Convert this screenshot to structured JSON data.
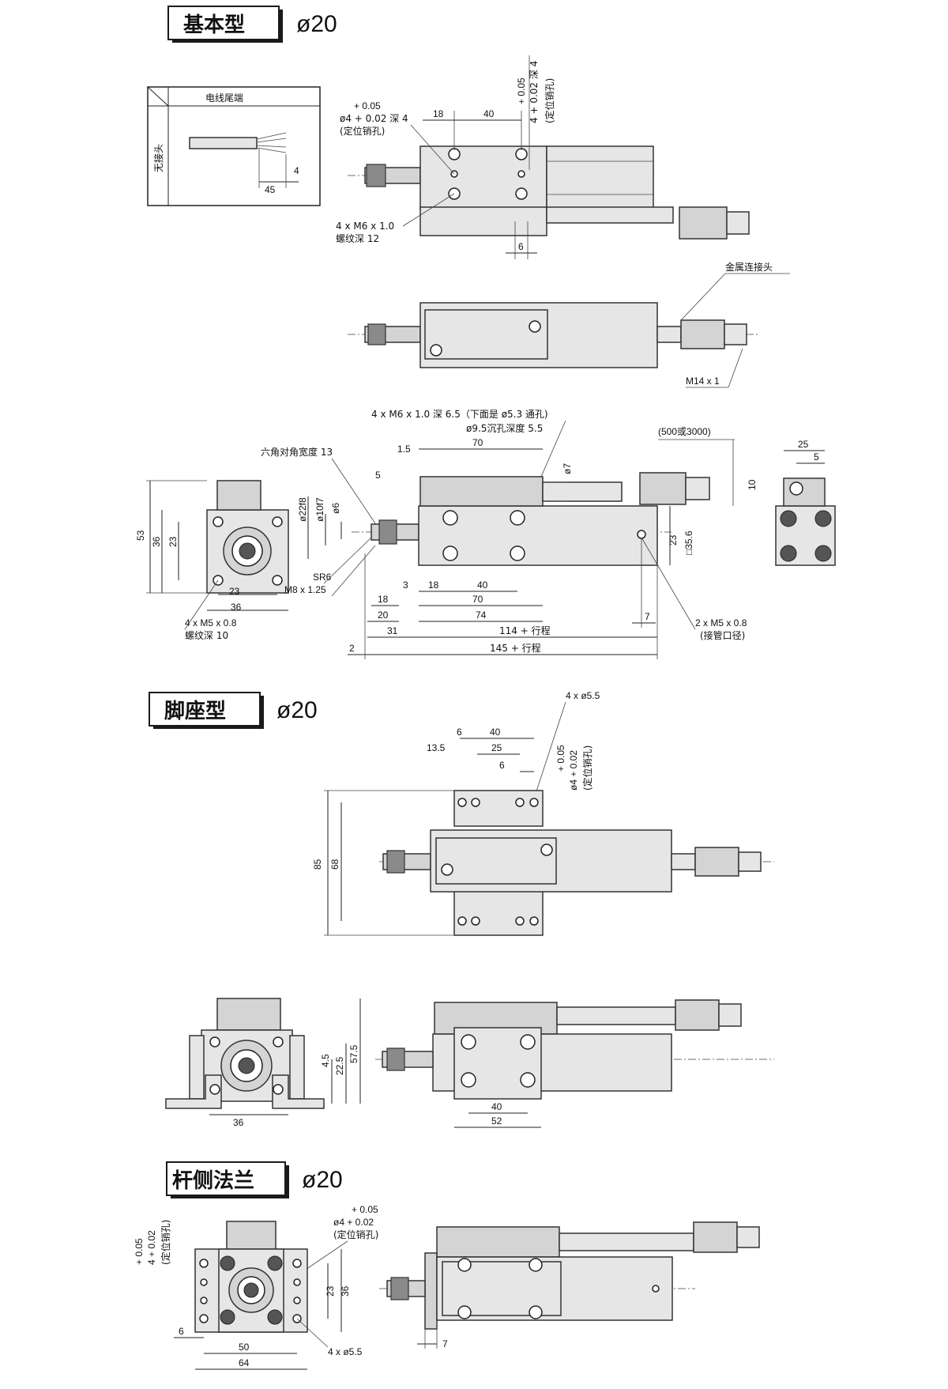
{
  "sections": [
    {
      "title": "基本型",
      "bore": "ø20"
    },
    {
      "title": "脚座型",
      "bore": "ø20"
    },
    {
      "title": "杆侧法兰",
      "bore": "ø20"
    }
  ],
  "basic": {
    "cable_end_label": "电线尾端",
    "no_connector_label": "无接头",
    "cable_dim_45": "45",
    "cable_dim_4": "4",
    "pin_tol_plus": "+ 0.05",
    "pin_hole": "ø4 + 0.02 深 4",
    "pin_note": "(定位销孔)",
    "dim_18": "18",
    "dim_40": "40",
    "vert_tol": "+ 0.05",
    "vert_pin": "4 + 0.02 深 4",
    "vert_note": "(定位销孔)",
    "thread_holes": "4 x M6 x 1.0",
    "thread_depth": "螺纹深 12",
    "dim_6": "6",
    "metal_connector": "金属连接头",
    "m14": "M14 x 1",
    "top_note1": "4 x M6 x 1.0 深 6.5（下面是 ø5.3 通孔)",
    "top_note2": "ø9.5沉孔深度 5.5",
    "cable_len": "(500或3000)",
    "hex_label": "六角对角宽度 13",
    "d_5": "5",
    "d_1_5": "1.5",
    "d_70": "70",
    "d_7": "ø7",
    "d_22": "ø22f8",
    "d_10": "ø10f7",
    "d_6v": "ø6",
    "d_53": "53",
    "d_36": "36",
    "d_23": "23",
    "d_23b": "23",
    "d_36b": "36",
    "m5_holes": "4 x M5 x 0.8",
    "m5_depth": "螺纹深 10",
    "sr6": "SR6",
    "m8": "M8 x 1.25",
    "d_3": "3",
    "d_18b": "18",
    "d_40b": "40",
    "d_70b": "70",
    "d_18c": "18",
    "d_20": "20",
    "d_74": "74",
    "d_31": "31",
    "d_114": "114 + 行程",
    "d_2": "2",
    "d_145": "145 + 行程",
    "d_23c": "23",
    "d_sq": "□35.6",
    "d_7b": "7",
    "port": "2 x M5 x 0.8",
    "port_note": "(接管口径)",
    "d_25": "25",
    "d_5b": "5",
    "d_10b": "10"
  },
  "foot": {
    "holes": "4 x ø5.5",
    "d_6": "6",
    "d_40": "40",
    "d_13_5": "13.5",
    "d_25": "25",
    "d_6b": "6",
    "tol": "+ 0.05",
    "pin": "ø4 + 0.02",
    "pin_note": "(定位销孔)",
    "d_85": "85",
    "d_68": "68",
    "d_4_5": "4.5",
    "d_22_5": "22.5",
    "d_57_5": "57.5",
    "d_36": "36",
    "d_40b": "40",
    "d_52": "52"
  },
  "flange": {
    "tol": "+ 0.05",
    "pin": "ø4 + 0.02",
    "pin_note": "(定位销孔)",
    "v_tol": "+ 0.05",
    "v_pin": "4 + 0.02",
    "v_note": "(定位销孔)",
    "d_23": "23",
    "d_36": "36",
    "d_6": "6",
    "d_50": "50",
    "d_64": "64",
    "holes": "4 x ø5.5",
    "d_7": "7"
  }
}
